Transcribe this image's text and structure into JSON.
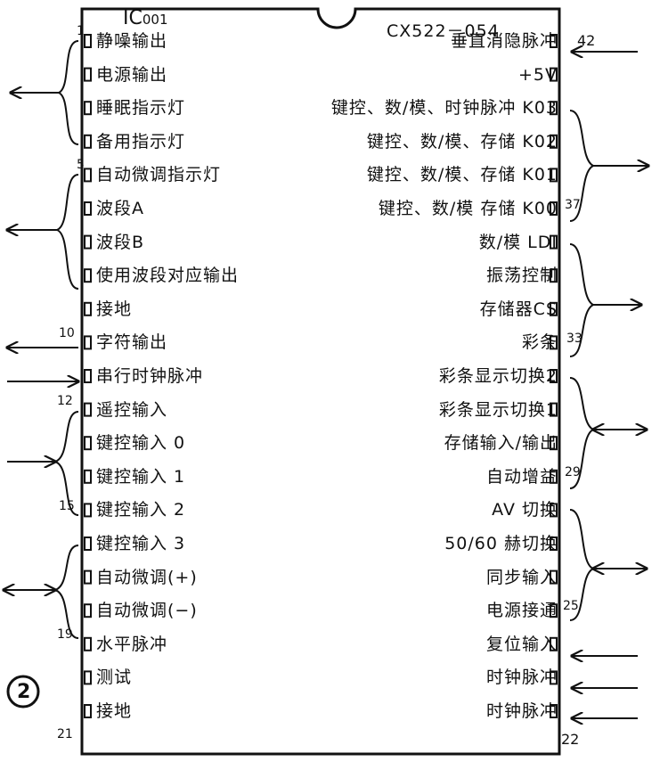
{
  "chip": {
    "ref": "IC",
    "ref_sub": "001",
    "part": "CX522－054"
  },
  "left_pins": [
    "静噪输出",
    "电源输出",
    "睡眠指示灯",
    "备用指示灯",
    "自动微调指示灯",
    "波段A",
    "波段B",
    "使用波段对应输出",
    "接地",
    "字符输出",
    "串行时钟脉冲",
    "遥控输入",
    "键控输入 0",
    "键控输入 1",
    "键控输入 2",
    "键控输入 3",
    "自动微调(+)",
    "自动微调(−)",
    "水平脉冲",
    "测试",
    "接地"
  ],
  "right_pins": [
    "垂直消隐脉冲",
    "+5V",
    "键控、数/模、时钟脉冲 K03",
    "键控、数/模、存储 K02",
    "键控、数/模、存储 K01",
    "键控、数/模 存储 K00",
    "数/模 LDI",
    "振荡控制",
    "存储器CS",
    "彩条",
    "彩条显示切换2",
    "彩条显示切换1",
    "存储输入/输出",
    "自动增益",
    "AV 切换",
    "50/60 赫切换",
    "同步输入",
    "电源接通",
    "复位输入",
    "时钟脉冲",
    "时钟脉冲"
  ],
  "pin_numbers": {
    "left": [
      "1",
      "5",
      "10",
      "12",
      "15",
      "19",
      "21"
    ],
    "right": [
      "42",
      "37",
      "33",
      "29",
      "25",
      "22"
    ]
  },
  "figure_mark": "②"
}
